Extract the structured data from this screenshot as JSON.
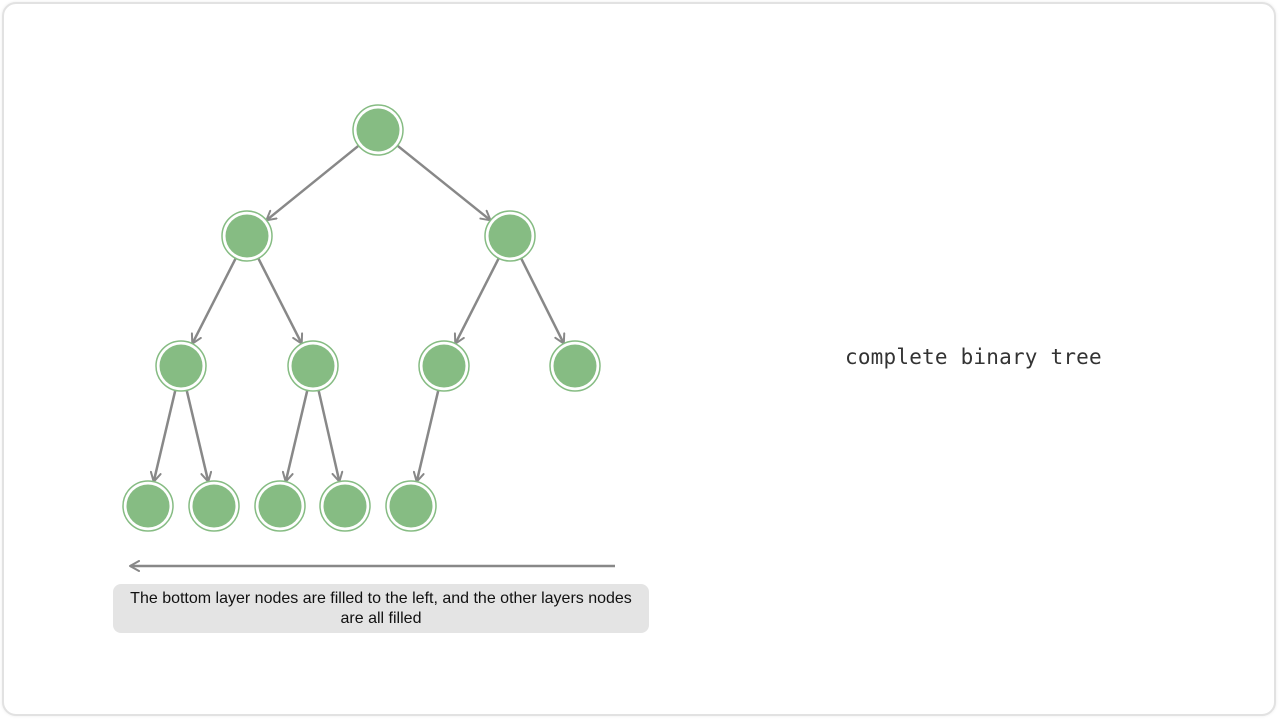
{
  "caption": "The bottom layer nodes are filled to the left, and the other layers nodes are all filled",
  "label": "complete binary tree",
  "colors": {
    "node_fill": "#86bc83",
    "node_stroke": "#86bc83",
    "edge": "#888888",
    "caption_bg": "#e4e4e4"
  },
  "tree": {
    "node_count": 12,
    "levels": [
      1,
      2,
      4,
      5
    ],
    "fill_direction": "left"
  }
}
